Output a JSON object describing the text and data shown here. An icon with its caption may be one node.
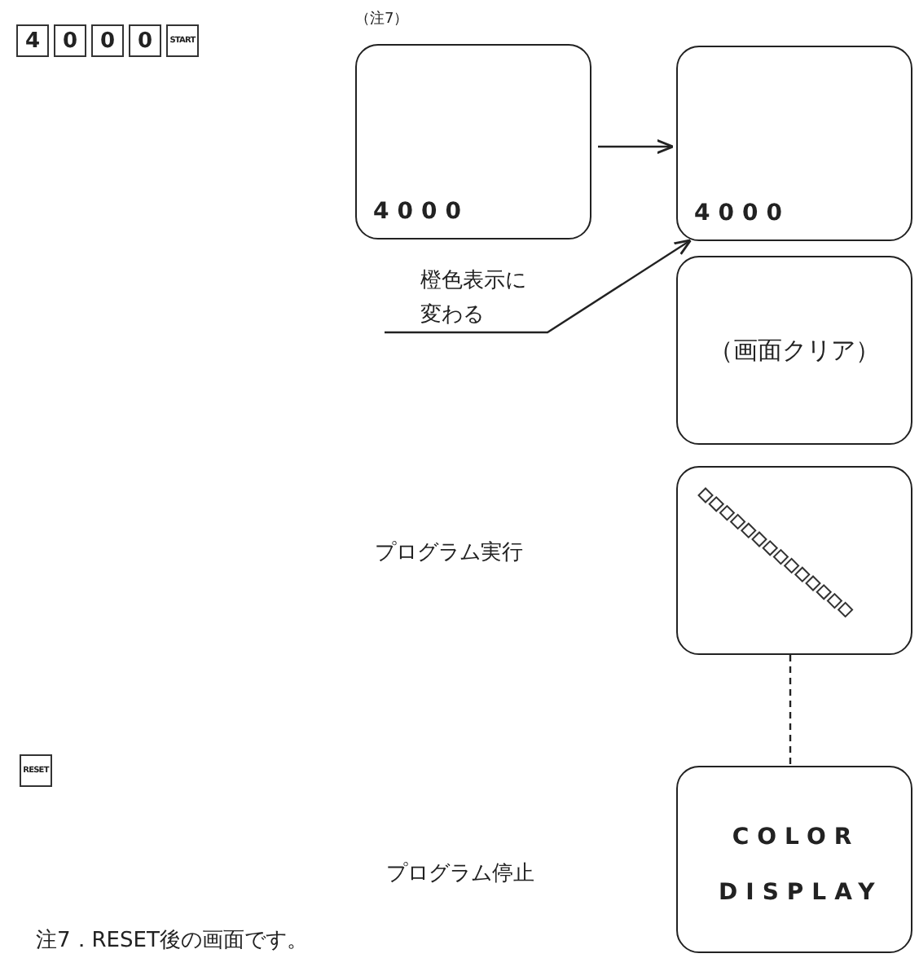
{
  "diagram": {
    "nodes": [
      {
        "text": [
          "4"
        ]
      },
      {
        "text": [
          "0"
        ]
      },
      {
        "text": [
          "0"
        ]
      },
      {
        "text": [
          "0"
        ]
      },
      {
        "text": [
          "START"
        ]
      },
      {
        "text": [
          "4000"
        ],
        "beside": [
          "（注7）"
        ]
      },
      {
        "text": [
          "4000"
        ]
      },
      {
        "text": [
          "橙色表示に変わる"
        ]
      },
      {
        "text": [
          "（画面クリア）"
        ]
      },
      {
        "text": [],
        "shape": "box"
      },
      {
        "text": [
          "COLOR DISPLAY"
        ]
      },
      {
        "text": [
          "RESET"
        ]
      }
    ],
    "edges": [
      {
        "from": 5,
        "to": 6,
        "arrow": "to"
      },
      {
        "from": 7,
        "to": 6,
        "arrow": "to"
      },
      {
        "from": 9,
        "to": 10,
        "arrow": "none",
        "style": "dashed"
      }
    ],
    "labels": [
      "プログラム実行",
      "プログラム停止",
      "注7．RESET後の画面です。"
    ]
  }
}
